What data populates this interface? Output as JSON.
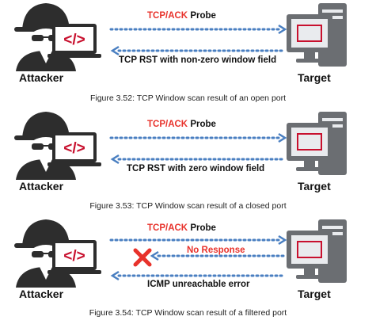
{
  "colors": {
    "arrow": "#4a7fc1",
    "attacker_dark": "#2d2d2d",
    "accent_red": "#e8322b",
    "code_red": "#c8102e",
    "monitor_gray": "#6b6e72",
    "screen_light": "#e9ebee"
  },
  "panels": [
    {
      "attacker_label": "Attacker",
      "target_label": "Target",
      "probe_highlight": "TCP/ACK",
      "probe_text": "Probe",
      "response_text": "TCP RST with non-zero window field",
      "no_response_text": "",
      "caption": "Figure 3.52: TCP Window scan result of an open port"
    },
    {
      "attacker_label": "Attacker",
      "target_label": "Target",
      "probe_highlight": "TCP/ACK",
      "probe_text": "Probe",
      "response_text": "TCP RST with zero window field",
      "no_response_text": "",
      "caption": "Figure 3.53: TCP Window scan result of a closed port"
    },
    {
      "attacker_label": "Attacker",
      "target_label": "Target",
      "probe_highlight": "TCP/ACK",
      "probe_text": "Probe",
      "response_text": "ICMP unreachable error",
      "no_response_text": "No Response",
      "caption": "Figure 3.54: TCP Window scan result of a filtered port"
    }
  ],
  "icons": {
    "attacker": "hacker-with-laptop-icon",
    "code": "code-brackets-icon",
    "target": "desktop-computer-icon",
    "blocked": "red-x-icon"
  }
}
